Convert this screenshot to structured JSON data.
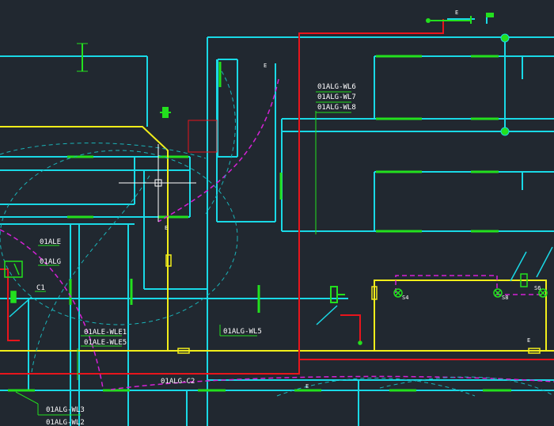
{
  "colors": {
    "background": "#212830",
    "cyan": "#19d9e6",
    "yellow": "#f2ee1a",
    "red": "#e8151c",
    "green": "#23e01e",
    "magenta": "#d421d6",
    "white": "#ffffff",
    "teal_dashed": "#1ab3b8"
  },
  "labels": {
    "wl6": "01ALG-WL6",
    "wl7": "01ALG-WL7",
    "wl8": "01ALG-WL8",
    "ale": "01ALE",
    "alg": "01ALG",
    "c1": "C1",
    "wle1": "01ALE-WLE1",
    "wle5": "01ALE-WLE5",
    "wl5": "01ALG-WL5",
    "c2": "01ALG-C2",
    "wl3": "01ALG-WL3",
    "wl2": "01ALG-WL2",
    "e_top": "E",
    "e_mid": "E",
    "e_right": "E",
    "e_bottom": "E",
    "e_small": "E",
    "lamp_s4": "S4",
    "lamp_s8": "S8",
    "lamp_s6": "S6"
  }
}
